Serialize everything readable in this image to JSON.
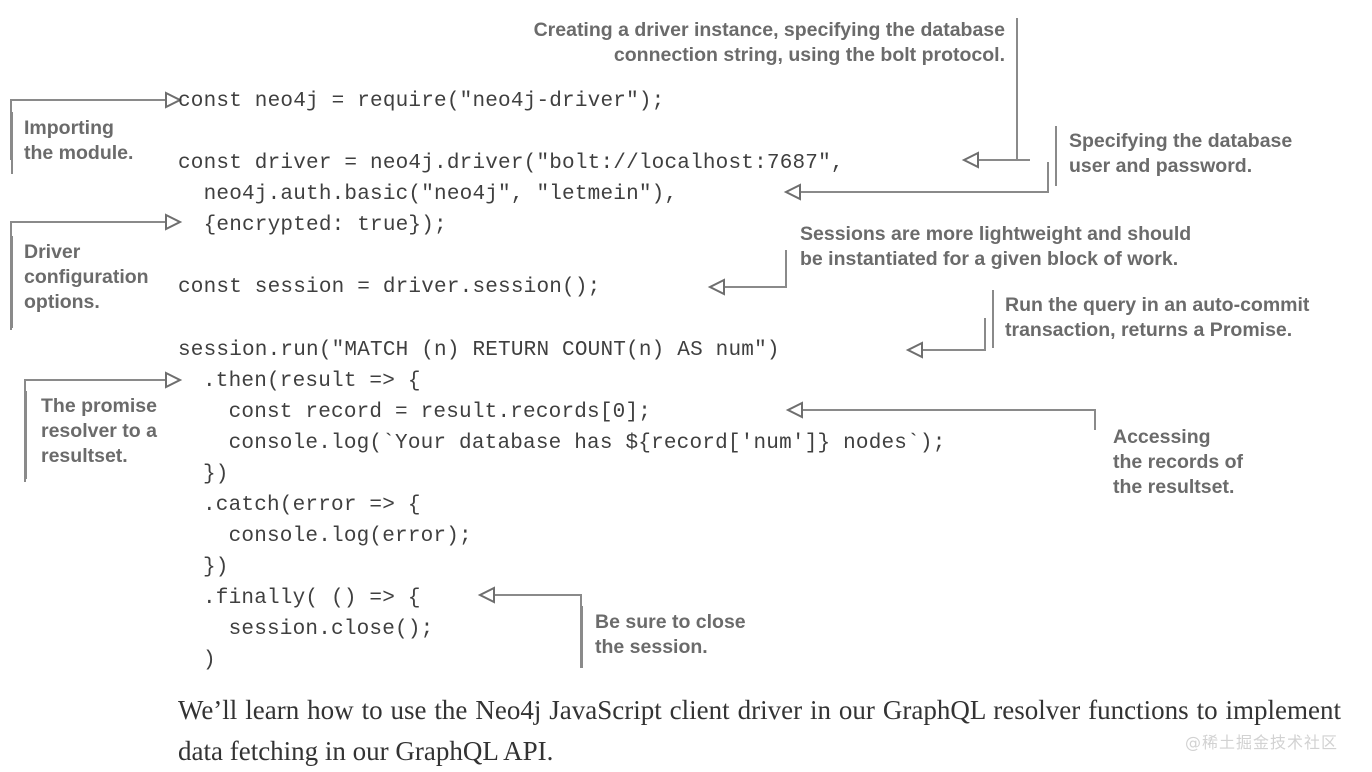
{
  "figure": {
    "code_lines": [
      {
        "id": "l1",
        "text": "const neo4j = require(\"neo4j-driver\");"
      },
      {
        "id": "l2",
        "text": "const driver = neo4j.driver(\"bolt://localhost:7687\","
      },
      {
        "id": "l3",
        "text": "  neo4j.auth.basic(\"neo4j\", \"letmein\"),"
      },
      {
        "id": "l4",
        "text": "  {encrypted: true});"
      },
      {
        "id": "l5",
        "text": "const session = driver.session();"
      },
      {
        "id": "l6",
        "text": "session.run(\"MATCH (n) RETURN COUNT(n) AS num\")"
      },
      {
        "id": "l7",
        "text": ".then(result => {"
      },
      {
        "id": "l8",
        "text": "  const record = result.records[0];"
      },
      {
        "id": "l9",
        "text": "  console.log(`Your database has ${record['num']} nodes`);"
      },
      {
        "id": "l10",
        "text": "})"
      },
      {
        "id": "l11",
        "text": ".catch(error => {"
      },
      {
        "id": "l12",
        "text": "  console.log(error);"
      },
      {
        "id": "l13",
        "text": "})"
      },
      {
        "id": "l14",
        "text": ".finally( () => {"
      },
      {
        "id": "l15",
        "text": "  session.close();"
      },
      {
        "id": "l16",
        "text": ")"
      }
    ],
    "callouts": {
      "creating_driver": "Creating a driver instance, specifying the database\nconnection string, using the bolt protocol.",
      "importing_module": "Importing\nthe module.",
      "specifying_user": "Specifying the database\nuser and password.",
      "driver_config": "Driver\nconfiguration\noptions.",
      "sessions_lightweight": "Sessions are more lightweight and should\nbe instantiated for a given block of work.",
      "run_query": "Run the query in an auto-commit\ntransaction, returns a Promise.",
      "promise_resolver": "The promise\nresolver to a\nresultset.",
      "accessing_records": "Accessing\nthe records of\nthe resultset.",
      "close_session": "Be sure to close\nthe session."
    }
  },
  "paragraph": {
    "text": "We’ll learn how to use the Neo4j JavaScript client driver in our GraphQL resolver functions to implement data fetching in our GraphQL API."
  },
  "watermark": {
    "text": "@稀土掘金技术社区"
  },
  "colors": {
    "code_text": "#3f3f3f",
    "callout_text": "#6b6b6b",
    "leader_line": "#8a8a8a",
    "body_text": "#333333",
    "watermark": "#d2d2d2",
    "background": "#ffffff"
  }
}
